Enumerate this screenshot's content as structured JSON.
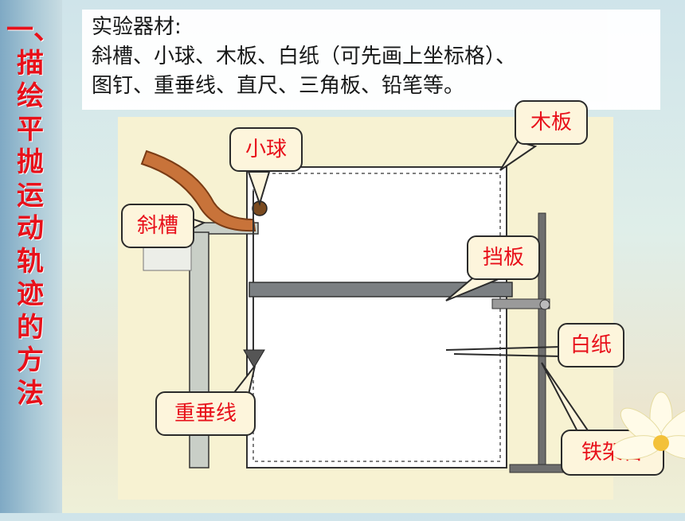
{
  "sidebar": {
    "title_chars": [
      "一、",
      "描",
      "绘",
      "平",
      "抛",
      "运",
      "动",
      "轨",
      "迹",
      "的",
      "方",
      "法"
    ]
  },
  "materials": {
    "heading": "实验器材:",
    "line1": "斜槽、小球、木板、白纸（可先画上坐标格）、",
    "line2": "图钉、重垂线、直尺、三角板、铅笔等。"
  },
  "labels": {
    "ball": "小球",
    "board": "木板",
    "chute": "斜槽",
    "baffle": "挡板",
    "paper": "白纸",
    "plumb": "重垂线",
    "stand": "铁架台"
  },
  "colors": {
    "label_text": "#e8101a",
    "callout_bg": "#fdf5dc",
    "diagram_bg": "#f7f2d2",
    "chute": "#c8733a"
  }
}
